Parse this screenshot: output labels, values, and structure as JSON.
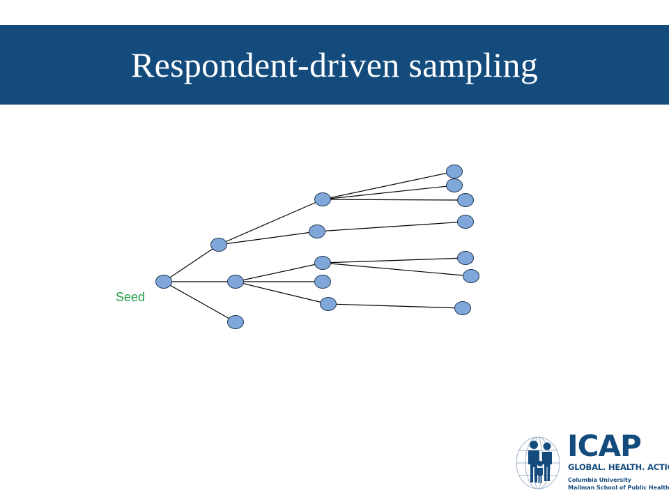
{
  "slide": {
    "title": "Respondent-driven sampling"
  },
  "diagram": {
    "seed_label": "Seed",
    "node_fill": "#7fa7d9",
    "node_stroke": "#1f3550",
    "edge_color": "#000000"
  },
  "colors": {
    "title_band": "#134b7d",
    "title_text": "#ffffff",
    "seed_label": "#1f9e45",
    "logo": "#134b7d"
  },
  "logo": {
    "name": "ICAP",
    "tagline": "GLOBAL. HEALTH. ACTION.",
    "university": "Columbia University",
    "school": "Mailman School of Public Health",
    "icon": "people-globe-icon"
  }
}
